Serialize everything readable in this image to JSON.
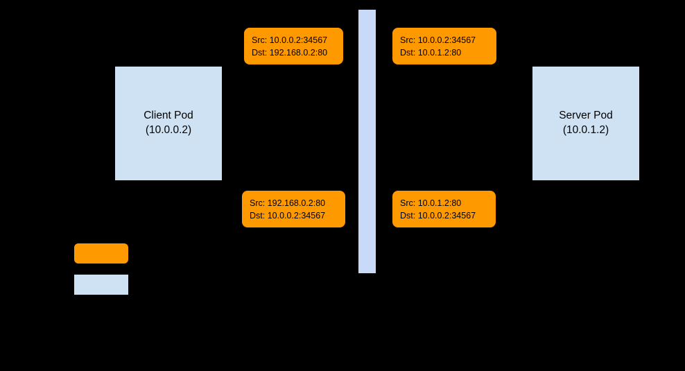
{
  "colors": {
    "background": "#000000",
    "node_fill": "#cfe2f3",
    "boundary_fill": "#c9daf8",
    "packet_fill": "#ff9900",
    "text": "#000000"
  },
  "nodes": {
    "client_pod": {
      "name": "Client Pod",
      "ip": "(10.0.0.2)"
    },
    "server_pod": {
      "name": "Server Pod",
      "ip": "(10.0.1.2)"
    }
  },
  "packets": {
    "top_left": {
      "src": "Src: 10.0.0.2:34567",
      "dst": "Dst: 192.168.0.2:80"
    },
    "top_right": {
      "src": "Src: 10.0.0.2:34567",
      "dst": "Dst: 10.0.1.2:80"
    },
    "bottom_left": {
      "src": "Src: 192.168.0.2:80",
      "dst": "Dst: 10.0.0.2:34567"
    },
    "bottom_right": {
      "src": "Src: 10.0.1.2:80",
      "dst": "Dst: 10.0.0.2:34567"
    }
  },
  "legend": {
    "packet_swatch_color": "#ff9900",
    "node_swatch_color": "#cfe2f3"
  }
}
